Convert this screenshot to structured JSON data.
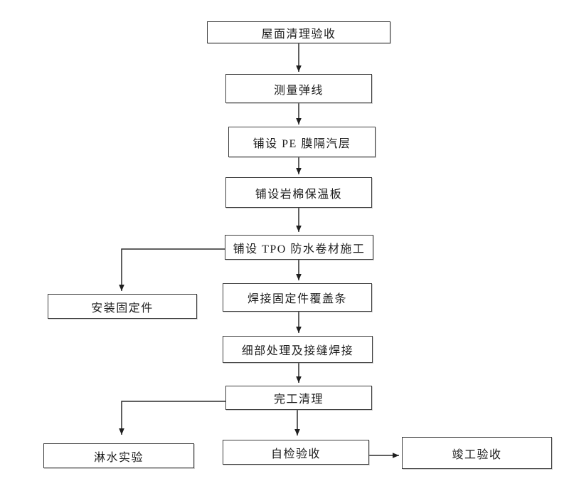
{
  "diagram": {
    "type": "flowchart",
    "language": "zh-CN",
    "nodes": {
      "roof_cleaning_acceptance": {
        "label": "屋面清理验收"
      },
      "measure_snap_line": {
        "label": "测量弹线"
      },
      "pe_film_vapor_barrier": {
        "label": "铺设 PE 膜隔汽层"
      },
      "rock_wool_insulation": {
        "label": "铺设岩棉保温板"
      },
      "tpo_membrane_construction": {
        "label": "铺设 TPO 防水卷材施工"
      },
      "install_fixings": {
        "label": "安装固定件"
      },
      "weld_fixing_cover_strip": {
        "label": "焊接固定件覆盖条"
      },
      "detail_seam_welding": {
        "label": "细部处理及接缝焊接"
      },
      "completion_cleanup": {
        "label": "完工清理"
      },
      "water_spray_test": {
        "label": "淋水实验"
      },
      "self_inspection_acceptance": {
        "label": "自检验收"
      },
      "final_acceptance": {
        "label": "竣工验收"
      }
    },
    "edges": [
      {
        "from": "roof_cleaning_acceptance",
        "to": "measure_snap_line"
      },
      {
        "from": "measure_snap_line",
        "to": "pe_film_vapor_barrier"
      },
      {
        "from": "pe_film_vapor_barrier",
        "to": "rock_wool_insulation"
      },
      {
        "from": "rock_wool_insulation",
        "to": "tpo_membrane_construction"
      },
      {
        "from": "tpo_membrane_construction",
        "to": "weld_fixing_cover_strip"
      },
      {
        "from": "tpo_membrane_construction",
        "to": "install_fixings"
      },
      {
        "from": "weld_fixing_cover_strip",
        "to": "detail_seam_welding"
      },
      {
        "from": "detail_seam_welding",
        "to": "completion_cleanup"
      },
      {
        "from": "completion_cleanup",
        "to": "self_inspection_acceptance"
      },
      {
        "from": "completion_cleanup",
        "to": "water_spray_test"
      },
      {
        "from": "self_inspection_acceptance",
        "to": "final_acceptance"
      }
    ],
    "colors": {
      "background": "#ffffff",
      "node_border": "#3d3d3d",
      "line": "#222222",
      "text": "#1c1c1c"
    }
  }
}
